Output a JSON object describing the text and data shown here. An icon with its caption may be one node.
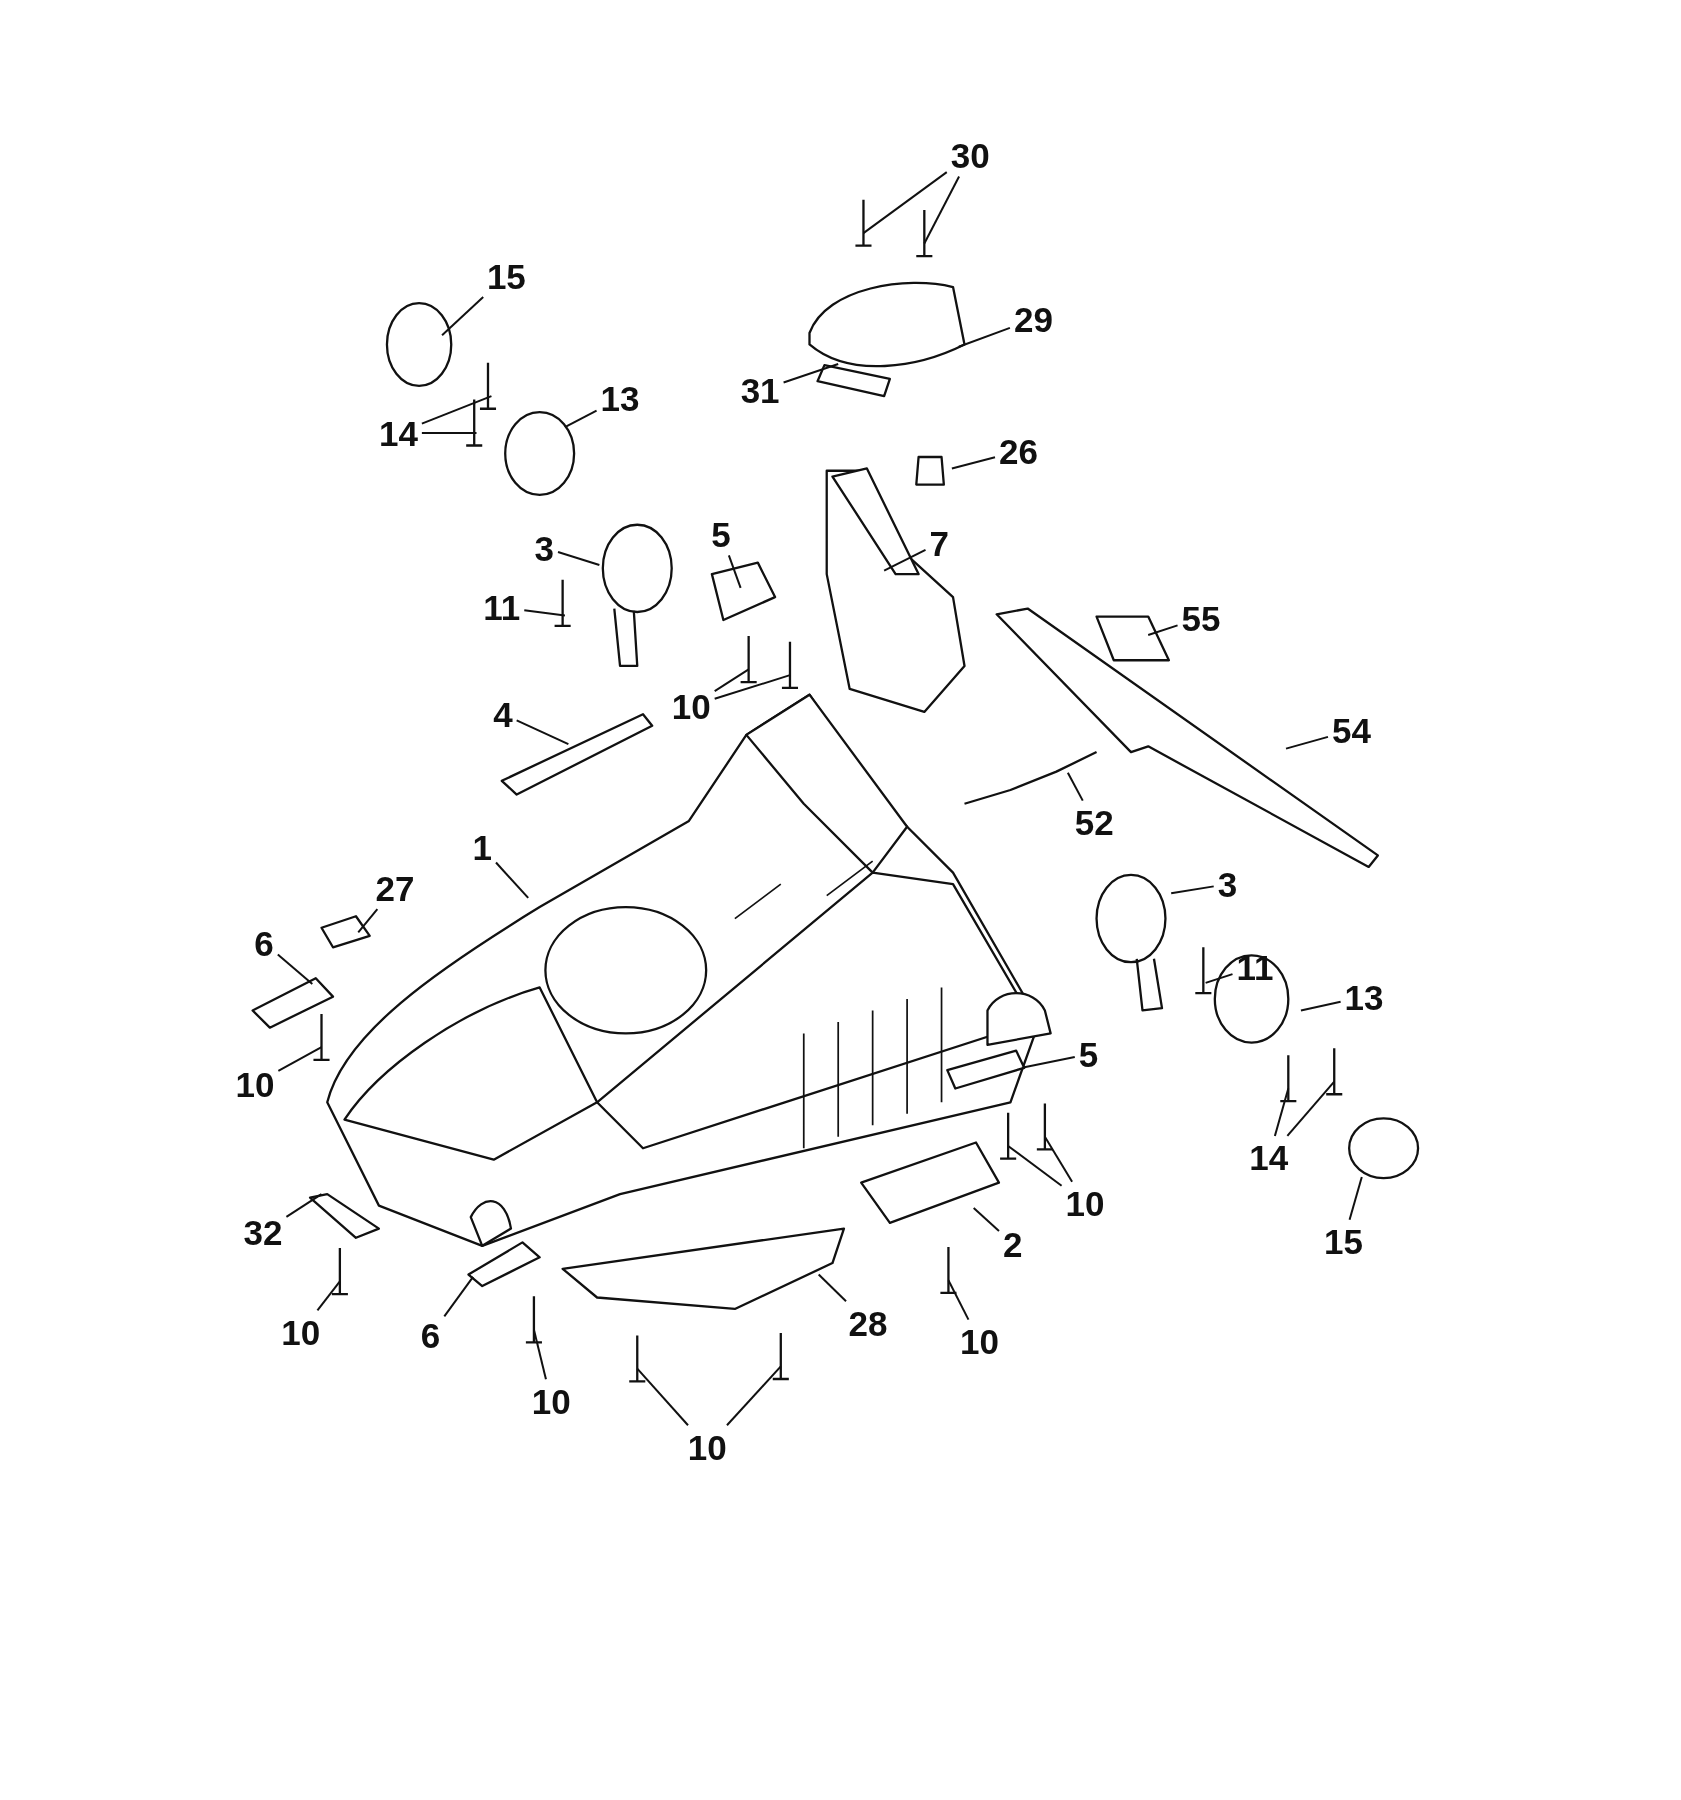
{
  "diagram": {
    "nodes": [
      {
        "text": [
          "30"
        ]
      },
      {
        "text": [
          "15"
        ]
      },
      {
        "text": [
          "29"
        ]
      },
      {
        "text": [
          "31"
        ]
      },
      {
        "text": [
          "14"
        ]
      },
      {
        "text": [
          "13"
        ]
      },
      {
        "text": [
          "26"
        ]
      },
      {
        "text": [
          "3"
        ]
      },
      {
        "text": [
          "5"
        ]
      },
      {
        "text": [
          "7"
        ]
      },
      {
        "text": [
          "11"
        ]
      },
      {
        "text": [
          "55"
        ]
      },
      {
        "text": [
          "10"
        ]
      },
      {
        "text": [
          "4"
        ]
      },
      {
        "text": [
          "54"
        ]
      },
      {
        "text": [
          "52"
        ]
      },
      {
        "text": [
          "1"
        ]
      },
      {
        "text": [
          "3"
        ]
      },
      {
        "text": [
          "27"
        ]
      },
      {
        "text": [
          "6"
        ]
      },
      {
        "text": [
          "11"
        ]
      },
      {
        "text": [
          "13"
        ]
      },
      {
        "text": [
          "5"
        ]
      },
      {
        "text": [
          "10"
        ]
      },
      {
        "text": [
          "14"
        ]
      },
      {
        "text": [
          "10"
        ]
      },
      {
        "text": [
          "32"
        ]
      },
      {
        "text": [
          "2"
        ]
      },
      {
        "text": [
          "15"
        ]
      },
      {
        "text": [
          "10"
        ]
      },
      {
        "text": [
          "6"
        ]
      },
      {
        "text": [
          "28"
        ]
      },
      {
        "text": [
          "10"
        ]
      },
      {
        "text": [
          "10"
        ]
      },
      {
        "text": [
          "10"
        ]
      }
    ],
    "edges": [
      {
        "from": 0,
        "to": null,
        "arrow": "none"
      },
      {
        "from": 0,
        "to": null,
        "arrow": "none"
      },
      {
        "from": 1,
        "to": null,
        "arrow": "none"
      },
      {
        "from": 2,
        "to": null,
        "arrow": "none"
      },
      {
        "from": 3,
        "to": null,
        "arrow": "none"
      },
      {
        "from": 4,
        "to": null,
        "arrow": "none"
      },
      {
        "from": 4,
        "to": null,
        "arrow": "none"
      },
      {
        "from": 5,
        "to": null,
        "arrow": "none"
      },
      {
        "from": 6,
        "to": null,
        "arrow": "none"
      },
      {
        "from": 7,
        "to": null,
        "arrow": "none"
      },
      {
        "from": 8,
        "to": null,
        "arrow": "none"
      },
      {
        "from": 9,
        "to": null,
        "arrow": "none"
      },
      {
        "from": 10,
        "to": null,
        "arrow": "none"
      },
      {
        "from": 11,
        "to": null,
        "arrow": "none"
      },
      {
        "from": 12,
        "to": null,
        "arrow": "none"
      },
      {
        "from": 12,
        "to": null,
        "arrow": "none"
      },
      {
        "from": 13,
        "to": null,
        "arrow": "none"
      },
      {
        "from": 14,
        "to": null,
        "arrow": "none"
      },
      {
        "from": 15,
        "to": null,
        "arrow": "none"
      },
      {
        "from": 16,
        "to": null,
        "arrow": "none"
      },
      {
        "from": 17,
        "to": null,
        "arrow": "none"
      },
      {
        "from": 18,
        "to": null,
        "arrow": "none"
      },
      {
        "from": 19,
        "to": null,
        "arrow": "none"
      },
      {
        "from": 20,
        "to": null,
        "arrow": "none"
      },
      {
        "from": 21,
        "to": null,
        "arrow": "none"
      },
      {
        "from": 22,
        "to": null,
        "arrow": "none"
      },
      {
        "from": 23,
        "to": null,
        "arrow": "none"
      },
      {
        "from": 24,
        "to": null,
        "arrow": "none"
      },
      {
        "from": 24,
        "to": null,
        "arrow": "none"
      },
      {
        "from": 25,
        "to": null,
        "arrow": "none"
      },
      {
        "from": 25,
        "to": null,
        "arrow": "none"
      },
      {
        "from": 26,
        "to": null,
        "arrow": "none"
      },
      {
        "from": 27,
        "to": null,
        "arrow": "none"
      },
      {
        "from": 28,
        "to": null,
        "arrow": "none"
      },
      {
        "from": 29,
        "to": null,
        "arrow": "none"
      },
      {
        "from": 30,
        "to": null,
        "arrow": "none"
      },
      {
        "from": 31,
        "to": null,
        "arrow": "none"
      },
      {
        "from": 32,
        "to": null,
        "arrow": "none"
      },
      {
        "from": 33,
        "to": null,
        "arrow": "none"
      },
      {
        "from": 34,
        "to": null,
        "arrow": "none"
      },
      {
        "from": 34,
        "to": null,
        "arrow": "none"
      }
    ]
  }
}
